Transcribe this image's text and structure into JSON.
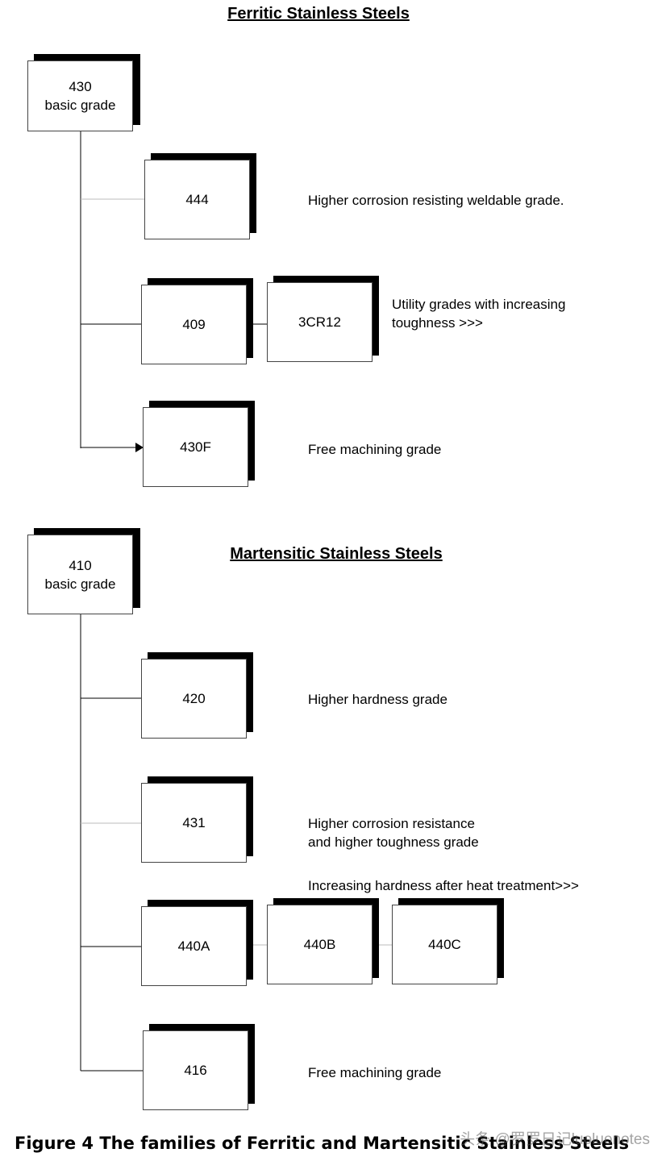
{
  "ferritic": {
    "title": "Ferritic Stainless Steels",
    "base": {
      "code": "430",
      "label": "basic grade"
    },
    "grades": [
      "444",
      "409",
      "3CR12",
      "430F"
    ],
    "desc_444": "Higher corrosion resisting weldable grade.",
    "desc_409_line1": "Utility grades with increasing",
    "desc_409_line2": "toughness >>>",
    "desc_430f": "Free machining grade"
  },
  "martensitic": {
    "title": "Martensitic Stainless Steels",
    "base": {
      "code": "410",
      "label": "basic grade"
    },
    "grades": [
      "420",
      "431",
      "440A",
      "440B",
      "440C",
      "416"
    ],
    "desc_420": "Higher hardness grade",
    "desc_431_line1": "Higher corrosion resistance",
    "desc_431_line2": "and higher toughness grade",
    "desc_440": "Increasing hardness after heat treatment>>>",
    "desc_416": "Free machining grade"
  },
  "caption": "Figure 4 The families of Ferritic and Martensitic Stainless Steels",
  "watermark": "头条 @罗罗日记luoluonotes",
  "colors": {
    "line_dark": "#000000",
    "line_light": "#bbbbbb",
    "shadow": "#000000"
  }
}
